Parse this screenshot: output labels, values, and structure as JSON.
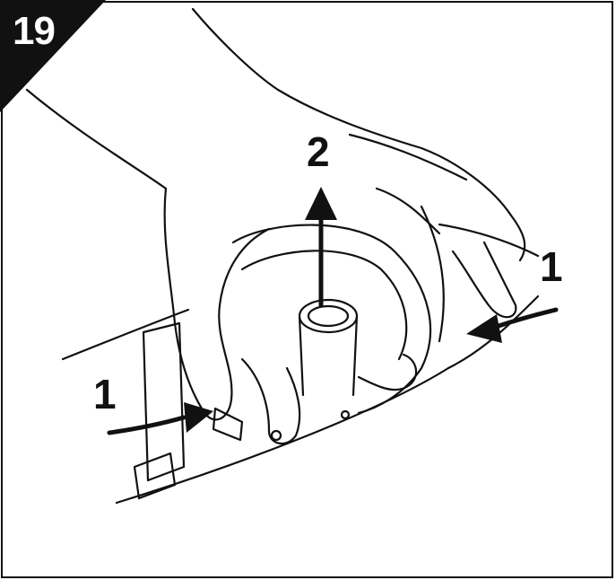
{
  "figure": {
    "step_number": "19",
    "labels": {
      "step_2": "2",
      "step_1_right": "1",
      "step_1_left": "1"
    },
    "colors": {
      "line": "#111111",
      "background": "#ffffff",
      "badge": "#111111"
    }
  }
}
